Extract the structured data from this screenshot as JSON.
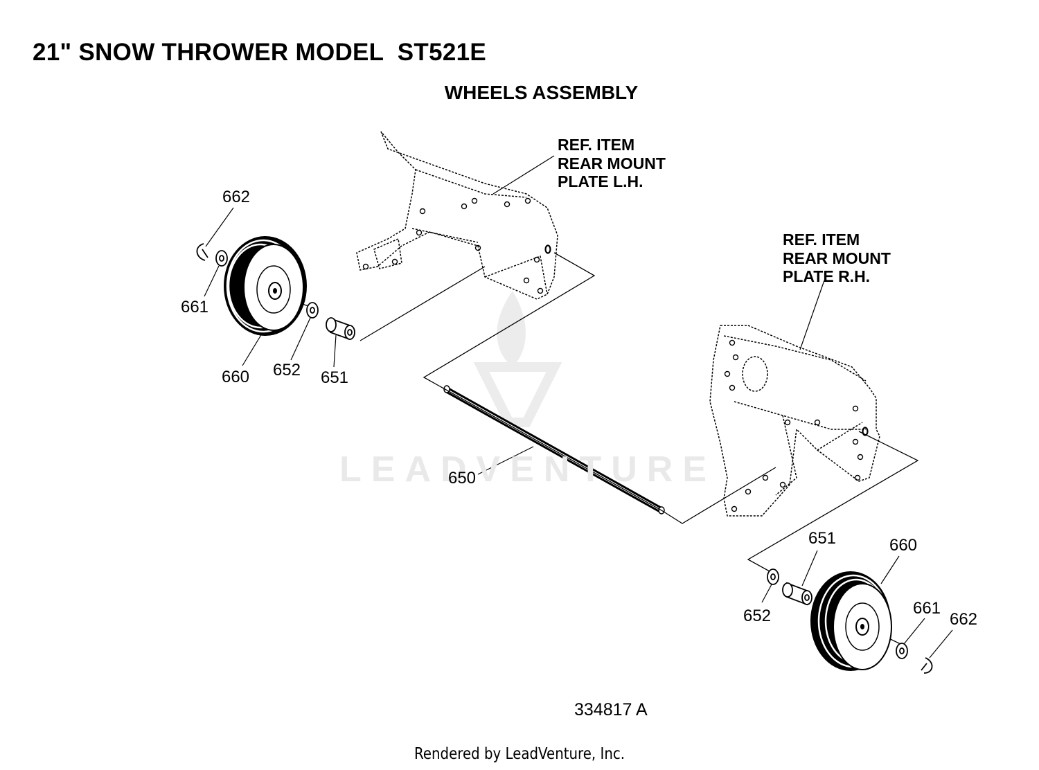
{
  "header": {
    "title": "21\" SNOW THROWER MODEL  ST521E",
    "subtitle": "WHEELS ASSEMBLY"
  },
  "ref_notes": {
    "left_plate": [
      "REF. ITEM",
      "REAR MOUNT",
      "PLATE L.H."
    ],
    "right_plate": [
      "REF. ITEM",
      "REAR MOUNT",
      "PLATE R.H."
    ]
  },
  "parts": {
    "axle": "650",
    "spacer": "651",
    "washer": "652",
    "wheel": "660",
    "flat_washer": "661",
    "clip": "662"
  },
  "watermark": {
    "text": "LEADVENTURE"
  },
  "document_number": "334817 A",
  "footer": "Rendered by LeadVenture, Inc."
}
